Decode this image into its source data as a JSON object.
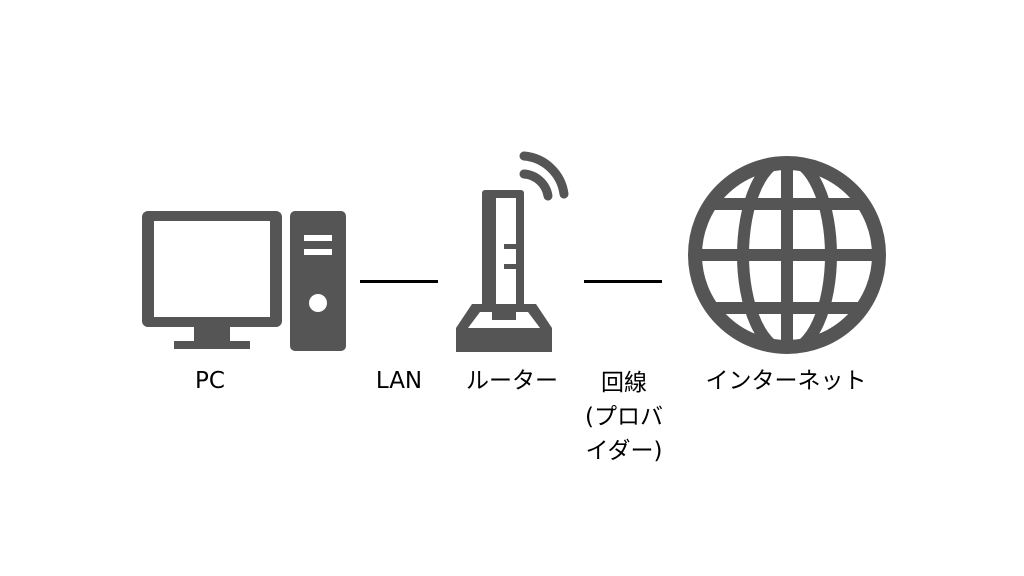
{
  "diagram": {
    "nodes": [
      {
        "id": "pc",
        "label": "PC",
        "icon": "desktop-computer-icon"
      },
      {
        "id": "router",
        "label": "ルーター",
        "icon": "wireless-router-icon"
      },
      {
        "id": "internet",
        "label": "インターネット",
        "icon": "globe-icon"
      }
    ],
    "connections": [
      {
        "from": "pc",
        "to": "router",
        "label": "LAN"
      },
      {
        "from": "router",
        "to": "internet",
        "label": "回線\n(プロバ\nイダー)"
      }
    ]
  },
  "colors": {
    "icon": "#555555",
    "line": "#000000",
    "text": "#000000",
    "background": "#ffffff"
  }
}
